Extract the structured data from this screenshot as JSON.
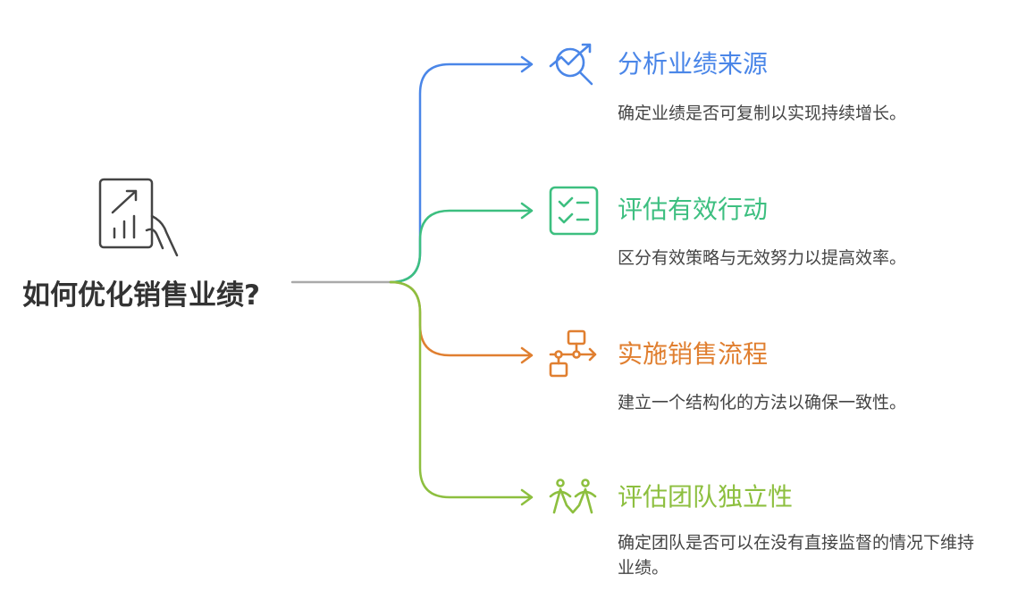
{
  "central_topic": "如何优化销售业绩?",
  "colors": {
    "blue": "#4a86e8",
    "green": "#3dbf80",
    "orange": "#e07f30",
    "lime": "#8dbf3f",
    "trunk": "#aaaaaa",
    "text": "#333333"
  },
  "branches": [
    {
      "title": "分析业绩来源",
      "description": "确定业绩是否可复制以实现持续增长。",
      "icon": "chart-magnifier-icon"
    },
    {
      "title": "评估有效行动",
      "description": "区分有效策略与无效努力以提高效率。",
      "icon": "checklist-icon"
    },
    {
      "title": "实施销售流程",
      "description": "建立一个结构化的方法以确保一致性。",
      "icon": "flowchart-icon"
    },
    {
      "title": "评估团队独立性",
      "description": "确定团队是否可以在没有直接监督的情况下维持业绩。",
      "icon": "team-people-icon"
    }
  ]
}
